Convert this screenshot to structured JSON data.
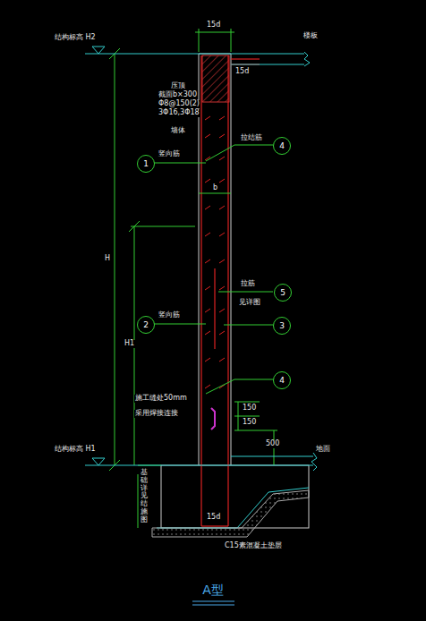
{
  "diagram": {
    "caption": "A型",
    "nodes": [
      {
        "text": [
          "4"
        ]
      },
      {
        "text": [
          "1"
        ]
      },
      {
        "text": [
          "5"
        ]
      },
      {
        "text": [
          "2"
        ]
      },
      {
        "text": [
          "3"
        ]
      },
      {
        "text": [
          "4"
        ]
      }
    ],
    "labels": [
      "15d",
      "结构标高 H2",
      "楼板",
      "15d",
      "压顶",
      "截面b×300",
      "Φ8@150(2)",
      "3Φ16,3Φ18",
      "H",
      "墙体",
      "竖向筋",
      "拉结筋",
      "b",
      "H1",
      "拉筋",
      "见详图",
      "竖向筋",
      "施工缝处50mm",
      "采用焊接连接",
      "150",
      "150",
      "500",
      "结构标高 H1",
      "地面",
      "基础详见结施图",
      "15d",
      "C15素混凝土垫层"
    ]
  }
}
